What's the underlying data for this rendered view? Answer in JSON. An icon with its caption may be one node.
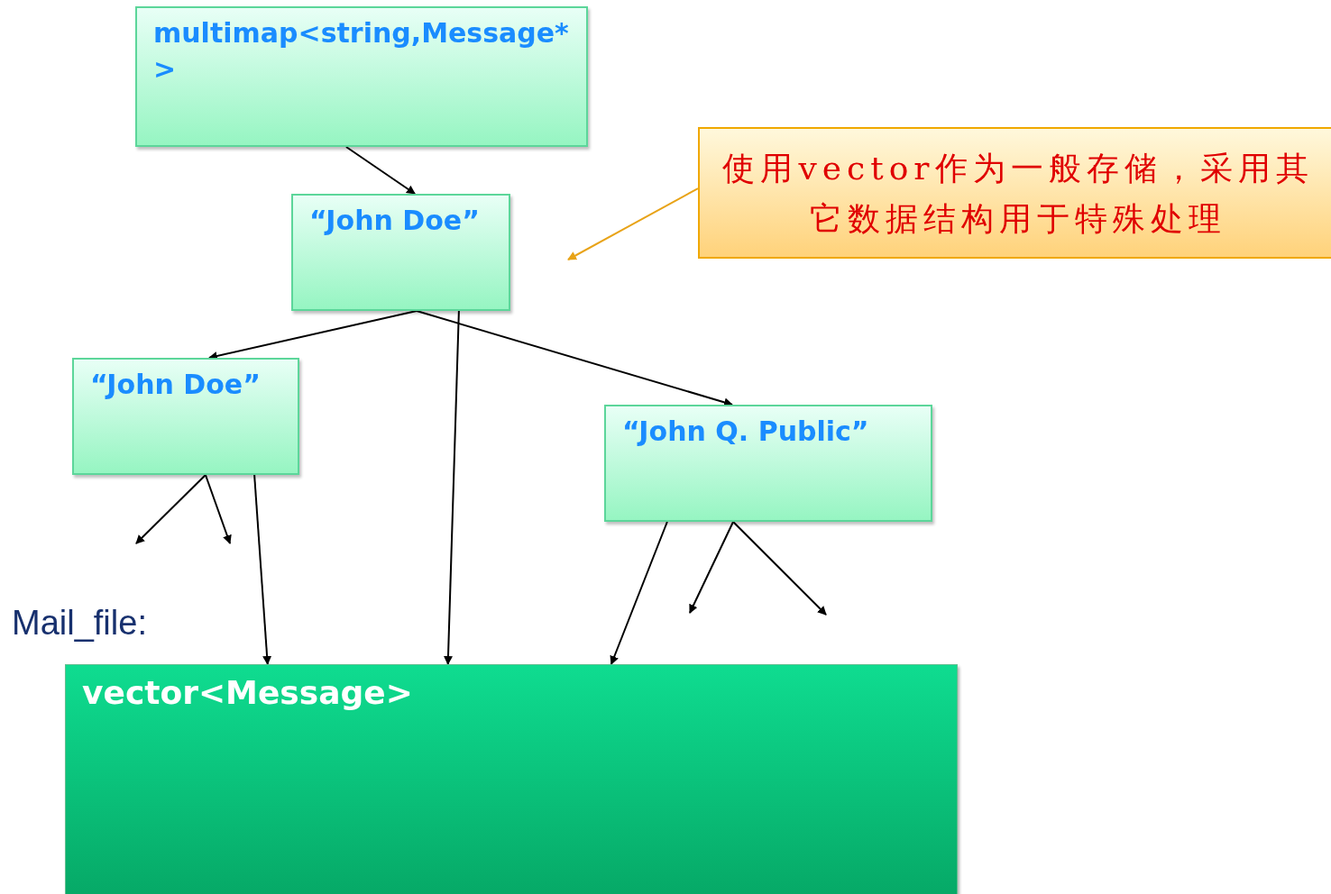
{
  "diagram": {
    "nodes": [
      {
        "text": [
          "multimap<string,Message*>"
        ]
      },
      {
        "text": [
          "“John Doe”"
        ]
      },
      {
        "text": [
          "“John Doe”"
        ]
      },
      {
        "text": [
          "“John Q. Public”"
        ]
      },
      {
        "text": [
          "使用vector作为一般存储，采用其它数据结构用于特殊处理"
        ]
      },
      {
        "text": [
          "Mail_file:",
          "vector<Message>"
        ]
      }
    ],
    "edges": [
      {
        "from": 0,
        "to": 1,
        "arrow": "to"
      },
      {
        "from": 1,
        "to": 2,
        "arrow": "to"
      },
      {
        "from": 1,
        "to": 3,
        "arrow": "to"
      },
      {
        "from": 2,
        "to": null,
        "arrow": "to"
      },
      {
        "from": 2,
        "to": null,
        "arrow": "to"
      },
      {
        "from": 3,
        "to": null,
        "arrow": "to"
      },
      {
        "from": 3,
        "to": null,
        "arrow": "to"
      },
      {
        "from": 1,
        "to": 5,
        "arrow": "to"
      },
      {
        "from": 2,
        "to": 5,
        "arrow": "to"
      },
      {
        "from": 3,
        "to": 5,
        "arrow": "to"
      },
      {
        "from": 4,
        "to": null,
        "arrow": "to",
        "color": "#e8a317"
      }
    ]
  }
}
